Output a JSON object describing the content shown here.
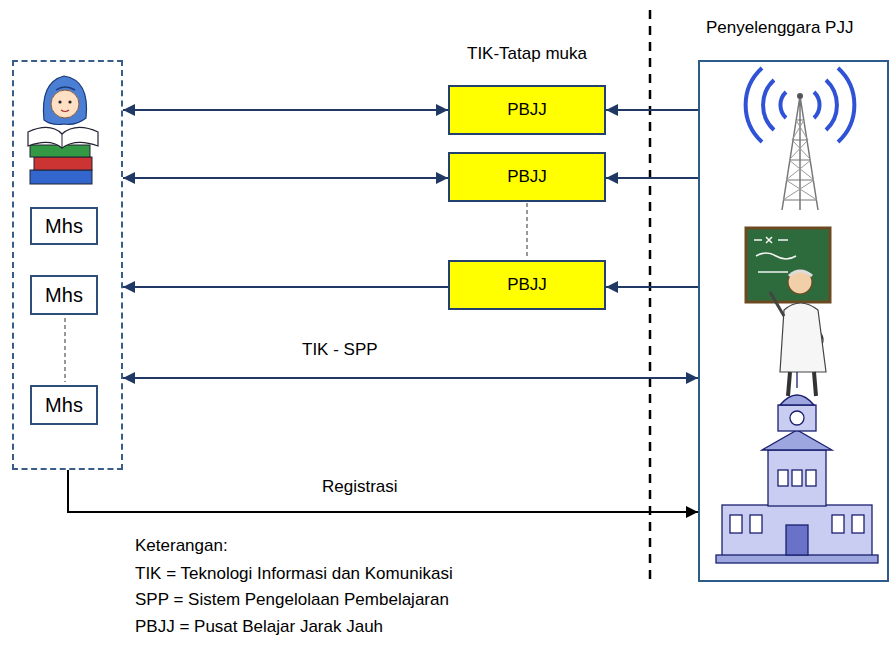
{
  "diagram": {
    "nodes": [
      {
        "text": []
      },
      {
        "text": [
          "Mhs"
        ],
        "in": 0
      },
      {
        "text": [
          "Mhs"
        ],
        "in": 0
      },
      {
        "text": [
          "Mhs"
        ],
        "in": 0
      },
      {
        "text": [
          "PBJJ"
        ]
      },
      {
        "text": [
          "PBJJ"
        ]
      },
      {
        "text": [
          "PBJJ"
        ]
      },
      {
        "text": [
          "Penyelenggara PJJ"
        ]
      }
    ],
    "edges": [
      {
        "from": 0,
        "to": 4,
        "arrow": "both"
      },
      {
        "from": 0,
        "to": 5,
        "arrow": "both"
      },
      {
        "from": 6,
        "to": 0,
        "arrow": "to"
      },
      {
        "from": 7,
        "to": 4,
        "arrow": "to"
      },
      {
        "from": 7,
        "to": 5,
        "arrow": "to"
      },
      {
        "from": 7,
        "to": 6,
        "arrow": "to"
      },
      {
        "from": 0,
        "to": 7,
        "label": "TIK - SPP",
        "arrow": "both"
      },
      {
        "from": 0,
        "to": 7,
        "label": "Registrasi",
        "arrow": "to"
      }
    ],
    "labels": [
      "TIK-Tatap muka",
      "Keterangan:",
      "TIK = Teknologi Informasi dan Komunikasi",
      "SPP = Sistem Pengelolaan Pembelajaran",
      "PBJJ = Pusat Belajar Jarak Jauh"
    ]
  }
}
